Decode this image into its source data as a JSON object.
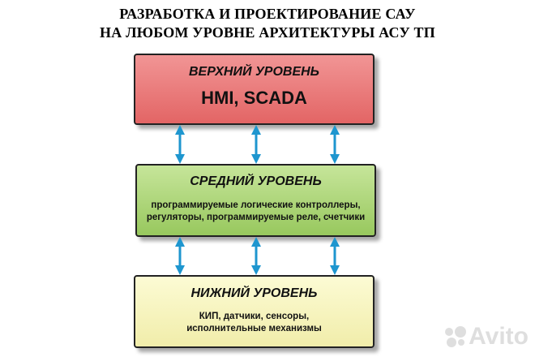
{
  "title": {
    "line1": "РАЗРАБОТКА И ПРОЕКТИРОВАНИЕ САУ",
    "line2": "НА ЛЮБОМ УРОВНЕ АРХИТЕКТУРЫ АСУ ТП"
  },
  "levels": {
    "top": {
      "heading": "ВЕРХНИЙ УРОВЕНЬ",
      "content": "HMI, SCADA",
      "color": "#e36565"
    },
    "middle": {
      "heading": "СРЕДНИЙ УРОВЕНЬ",
      "lines": [
        "программируемые логические контроллеры,",
        "регуляторы, программируемые реле, счетчики"
      ],
      "color": "#98c85e"
    },
    "bottom": {
      "heading": "НИЖНИЙ УРОВЕНЬ",
      "lines": [
        "КИП, датчики, сенсоры,",
        "исполнительные механизмы"
      ],
      "color": "#f1edaa"
    }
  },
  "arrow_color": "#1e96cf",
  "watermark": {
    "text": "Avito"
  }
}
